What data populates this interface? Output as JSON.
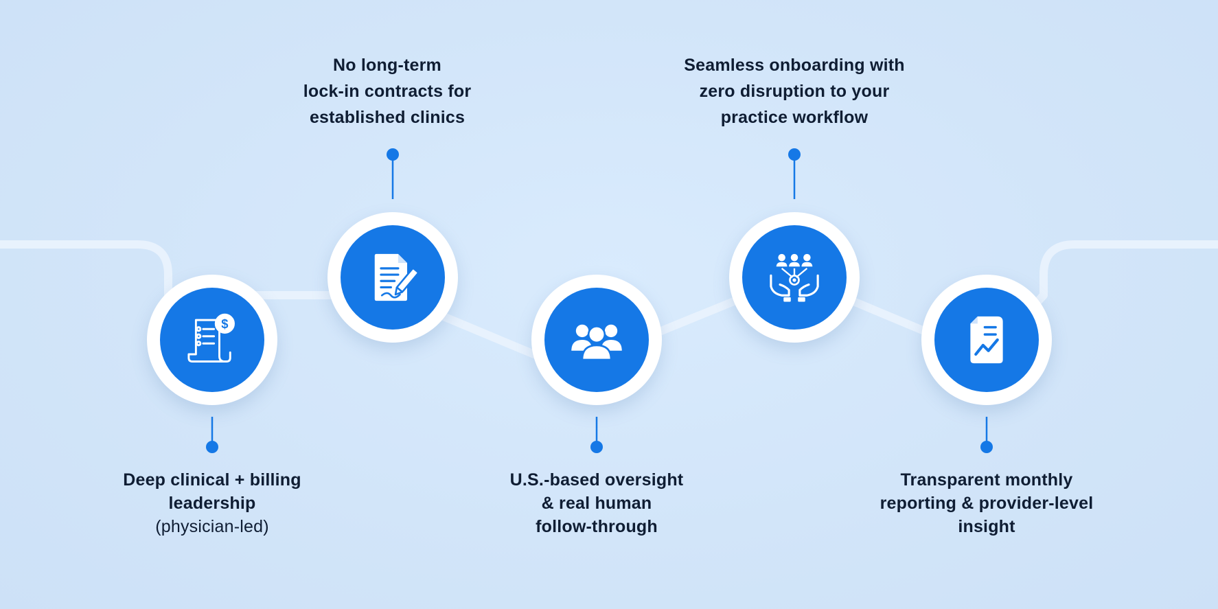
{
  "colors": {
    "background": "#d3e6fa",
    "accent": "#1578e6",
    "node_ring": "#ffffff",
    "path": "#eaf3fd",
    "text": "#0f1d33"
  },
  "steps": [
    {
      "icon": "invoice-dollar-icon",
      "position": "bottom",
      "lines": [
        "Deep clinical + billing",
        "leadership"
      ],
      "sub": "(physician-led)"
    },
    {
      "icon": "contract-signing-icon",
      "position": "top",
      "lines": [
        "No long-term",
        "lock-in contracts for",
        "established clinics"
      ]
    },
    {
      "icon": "team-people-icon",
      "position": "bottom",
      "lines": [
        "U.S.-based oversight",
        "& real human",
        "follow-through"
      ]
    },
    {
      "icon": "hands-team-network-icon",
      "position": "top",
      "lines": [
        "Seamless onboarding with",
        "zero disruption to your",
        "practice workflow"
      ]
    },
    {
      "icon": "report-chart-icon",
      "position": "bottom",
      "lines": [
        "Transparent monthly",
        "reporting & provider-level",
        "insight"
      ]
    }
  ]
}
